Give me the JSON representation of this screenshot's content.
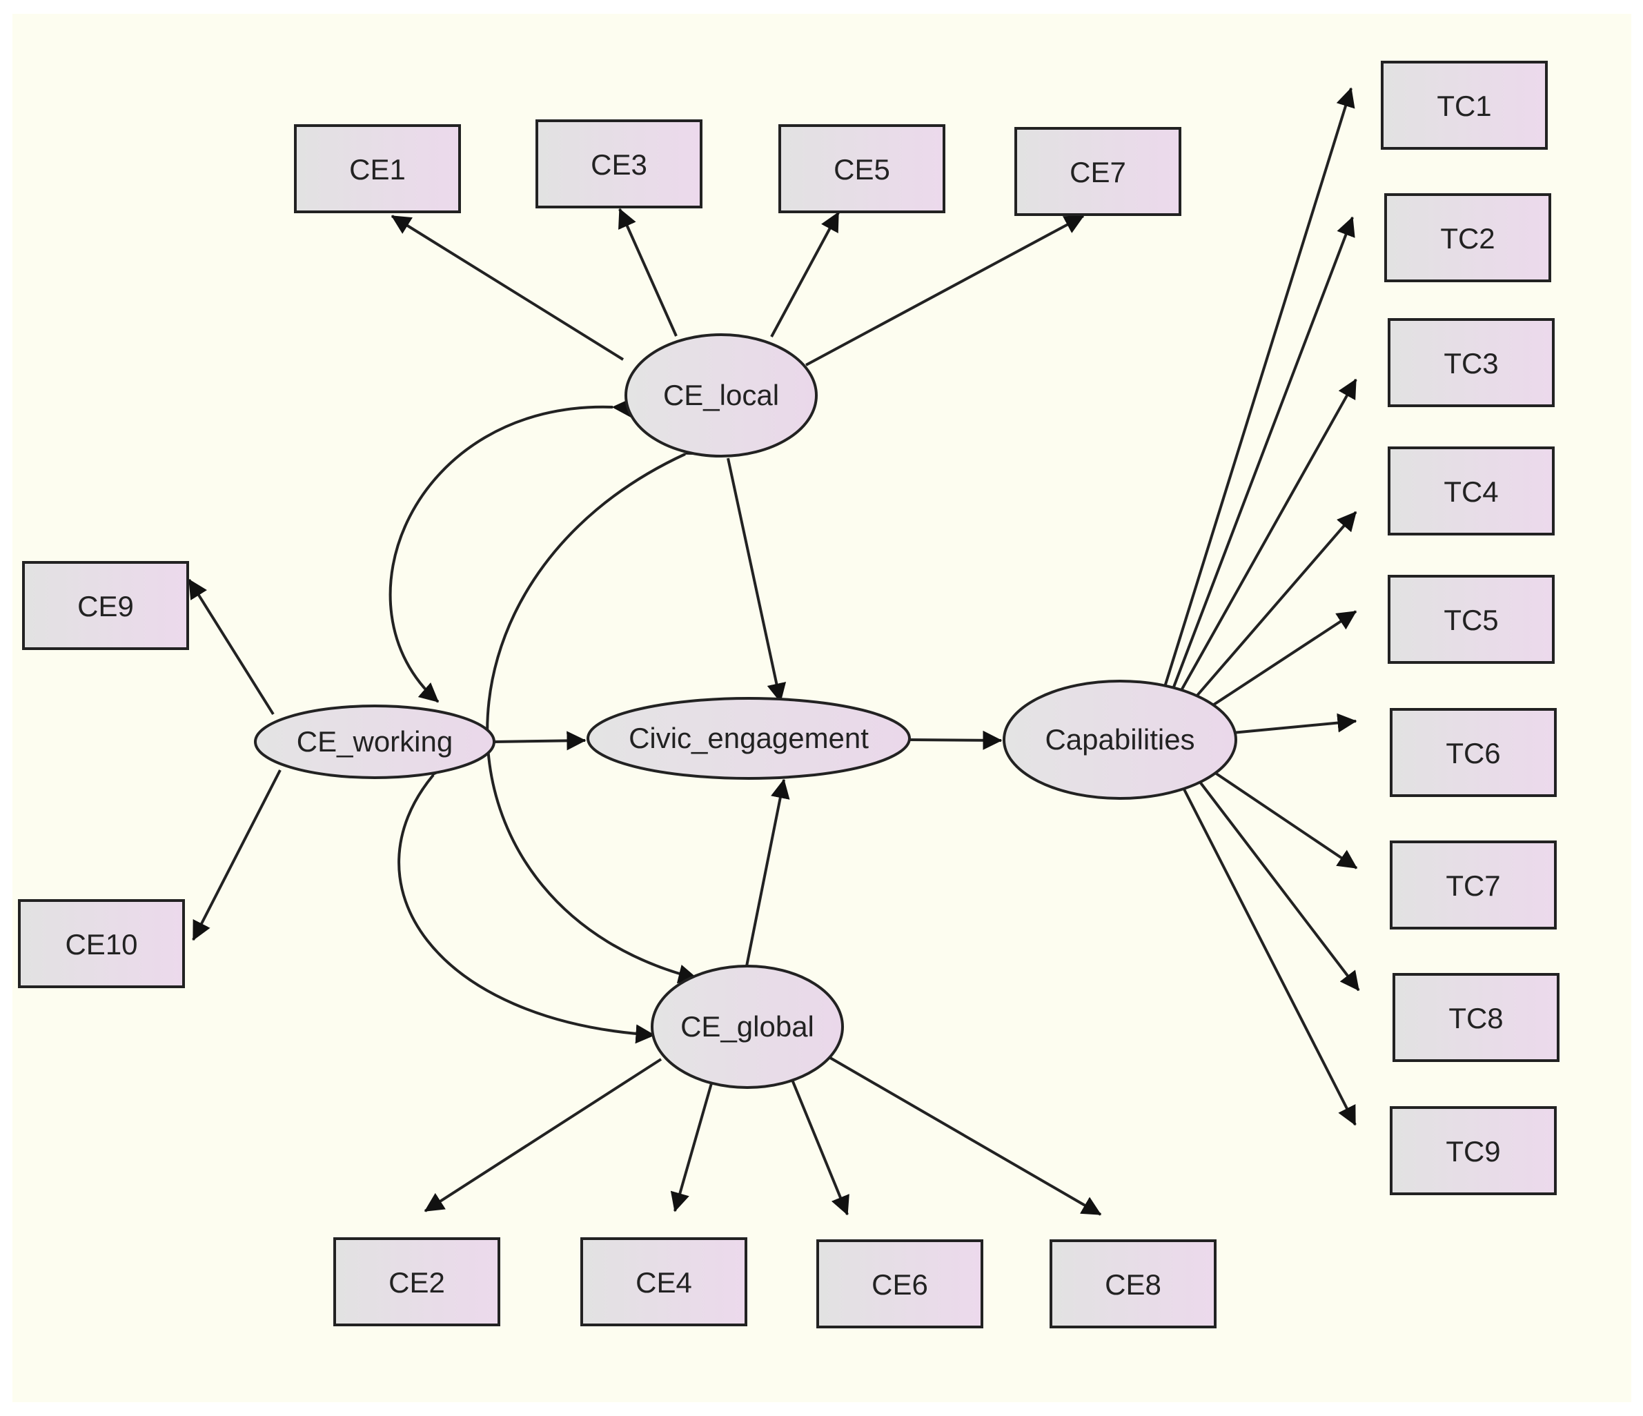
{
  "colors": {
    "background": "#fdfdf0",
    "box_fill_left": "#e2e2e2",
    "box_fill_right": "#ecd9ec",
    "stroke": "#222222"
  },
  "observed": {
    "CE1": "CE1",
    "CE3": "CE3",
    "CE5": "CE5",
    "CE7": "CE7",
    "CE9": "CE9",
    "CE10": "CE10",
    "CE2": "CE2",
    "CE4": "CE4",
    "CE6": "CE6",
    "CE8": "CE8",
    "TC1": "TC1",
    "TC2": "TC2",
    "TC3": "TC3",
    "TC4": "TC4",
    "TC5": "TC5",
    "TC6": "TC6",
    "TC7": "TC7",
    "TC8": "TC8",
    "TC9": "TC9"
  },
  "latent": {
    "CE_local": "CE_local",
    "CE_working": "CE_working",
    "Civic_engagement": "Civic_engagement",
    "Capabilities": "Capabilities",
    "CE_global": "CE_global"
  },
  "paths": [
    {
      "from": "CE_local",
      "to": "CE1"
    },
    {
      "from": "CE_local",
      "to": "CE3"
    },
    {
      "from": "CE_local",
      "to": "CE5"
    },
    {
      "from": "CE_local",
      "to": "CE7"
    },
    {
      "from": "CE_local",
      "to": "Civic_engagement"
    },
    {
      "from": "CE_working",
      "to": "CE9"
    },
    {
      "from": "CE_working",
      "to": "CE10"
    },
    {
      "from": "CE_working",
      "to": "Civic_engagement"
    },
    {
      "from": "CE_global",
      "to": "Civic_engagement"
    },
    {
      "from": "CE_global",
      "to": "CE2"
    },
    {
      "from": "CE_global",
      "to": "CE4"
    },
    {
      "from": "CE_global",
      "to": "CE6"
    },
    {
      "from": "CE_global",
      "to": "CE8"
    },
    {
      "from": "Civic_engagement",
      "to": "Capabilities"
    },
    {
      "from": "Capabilities",
      "to": "TC1"
    },
    {
      "from": "Capabilities",
      "to": "TC2"
    },
    {
      "from": "Capabilities",
      "to": "TC3"
    },
    {
      "from": "Capabilities",
      "to": "TC4"
    },
    {
      "from": "Capabilities",
      "to": "TC5"
    },
    {
      "from": "Capabilities",
      "to": "TC6"
    },
    {
      "from": "Capabilities",
      "to": "TC7"
    },
    {
      "from": "Capabilities",
      "to": "TC8"
    },
    {
      "from": "Capabilities",
      "to": "TC9"
    }
  ],
  "covariances": [
    {
      "a": "CE_local",
      "b": "CE_working"
    },
    {
      "a": "CE_local",
      "b": "CE_global"
    },
    {
      "a": "CE_working",
      "b": "CE_global"
    }
  ]
}
